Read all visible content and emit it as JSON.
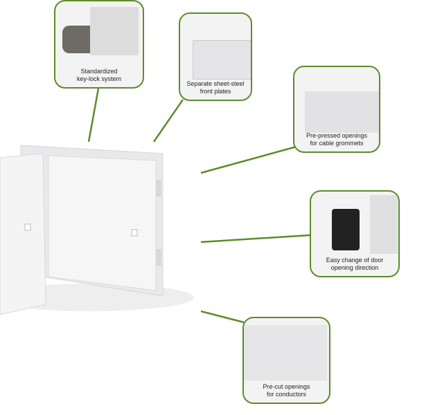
{
  "colors": {
    "accent": "#5b8c2a"
  },
  "features": [
    {
      "line1": "Standardized",
      "line2": "key-lock system"
    },
    {
      "line1": "Separate sheet-steel",
      "line2": "front plates"
    },
    {
      "line1": "Pre-pressed openings",
      "line2": "for cable grommets"
    },
    {
      "line1": "Easy change of door",
      "line2": "opening direction"
    },
    {
      "line1": "Pre-cut openings",
      "line2": "for conductors"
    }
  ]
}
